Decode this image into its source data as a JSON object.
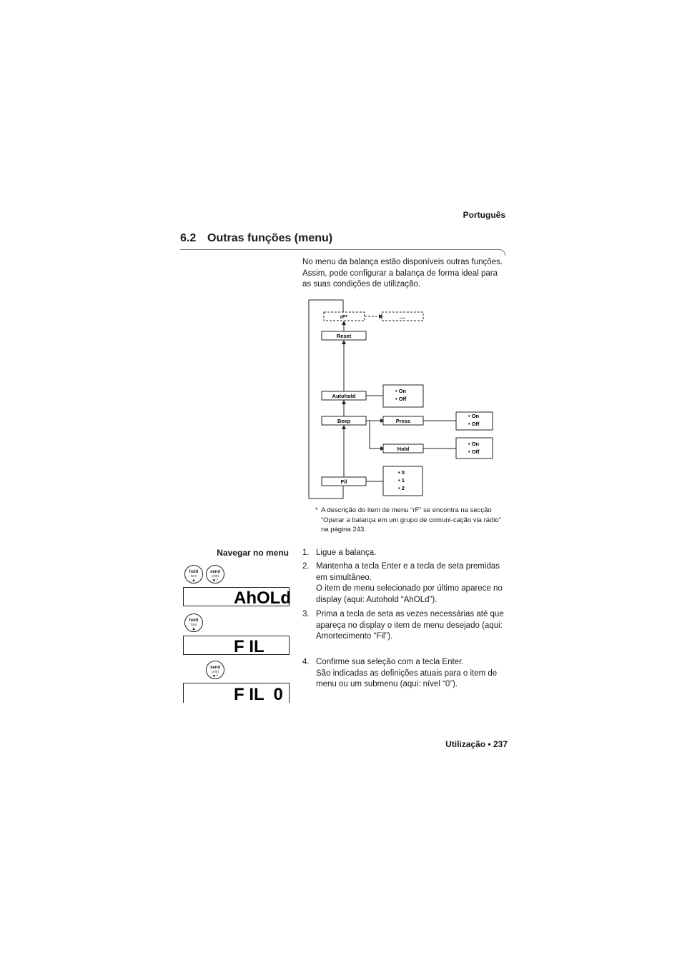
{
  "header": {
    "language": "Português"
  },
  "section": {
    "number": "6.2",
    "title": "Outras funções (menu)"
  },
  "intro": "No menu da balança estão disponíveis outras funções. Assim, pode configurar a balança de forma ideal para as suas condições de utilização.",
  "menu_diagram": {
    "rf": "rF*",
    "dots": "....",
    "reset": "Reset",
    "autohold": "Autohold",
    "autohold_options": [
      "• On",
      "• Off"
    ],
    "beep": "Beep",
    "press": "Press",
    "press_options": [
      "• On",
      "• Off"
    ],
    "hold": "Hold",
    "hold_options": [
      "• On",
      "• Off"
    ],
    "fil": "Fil",
    "fil_options": [
      "• 0",
      "• 1",
      "• 2"
    ]
  },
  "footnote": {
    "marker": "*",
    "text": "A descrição do item de menu “rF” se encontra na secção “Operar a balança em um grupo de comuni-cação via rádio” na página 243."
  },
  "navigation": {
    "heading": "Navegar no menu",
    "steps": [
      {
        "number": "1.",
        "lines": [
          "Ligue a balança."
        ]
      },
      {
        "number": "2.",
        "lines": [
          "Mantenha a tecla Enter e a tecla de seta premidas em simultâneo.",
          "O item de menu selecionado por último aparece no display (aqui: Autohold “AhOLd”)."
        ]
      },
      {
        "number": "3.",
        "lines": [
          "Prima a tecla de seta as vezes necessárias até que apareça no display o item de menu desejado (aqui: Amortecimento “Fil”)."
        ]
      },
      {
        "number": "4.",
        "lines": [
          "Confirme sua seleção com a tecla Enter.",
          "São indicadas as definições atuais para o item de menu ou um submenu (aqui: nível “0”)."
        ]
      }
    ]
  },
  "keys": {
    "hold": {
      "top": "hold",
      "bottom": "tare",
      "symbol": "▲"
    },
    "send": {
      "top": "send",
      "bottom": "print",
      "symbol": "◄┘"
    }
  },
  "displays": [
    "AhOLd",
    "F IL",
    "F IL  0"
  ],
  "footer": {
    "page_label": "Utilização • 237"
  }
}
